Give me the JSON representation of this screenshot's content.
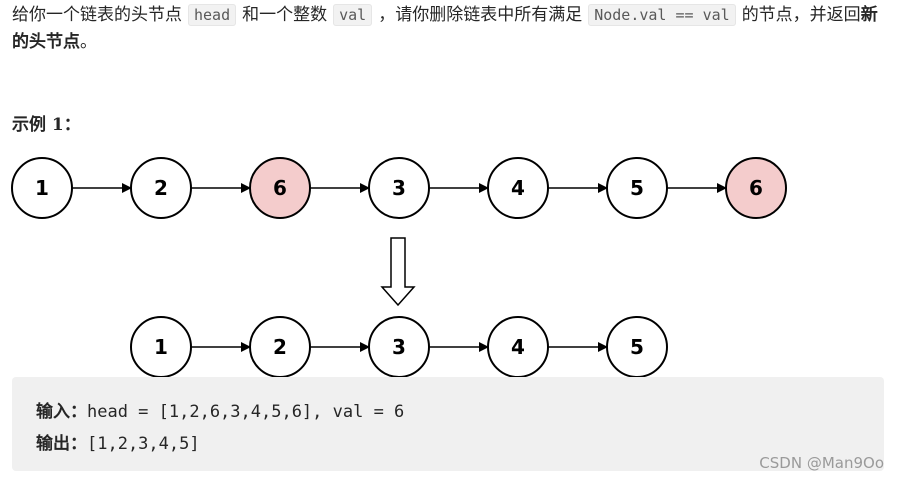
{
  "description": {
    "part1": "给你一个链表的头节点",
    "code1": "head",
    "part2": "和一个整数",
    "code2": "val",
    "part3": "，请你删除链表中所有满足",
    "code3": "Node.val == val",
    "part4": "的节点，并返回",
    "bold": "新的头节点",
    "part5": "。"
  },
  "example": {
    "title": "示例 1：",
    "top_list": [
      {
        "value": "1",
        "highlight": false
      },
      {
        "value": "2",
        "highlight": false
      },
      {
        "value": "6",
        "highlight": true
      },
      {
        "value": "3",
        "highlight": false
      },
      {
        "value": "4",
        "highlight": false
      },
      {
        "value": "5",
        "highlight": false
      },
      {
        "value": "6",
        "highlight": true
      }
    ],
    "bottom_list": [
      "1",
      "2",
      "3",
      "4",
      "5"
    ],
    "highlight_color": "#f4cccc",
    "input_label": "输入：",
    "input_value": "head = [1,2,6,3,4,5,6], val = 6",
    "output_label": "输出：",
    "output_value": "[1,2,3,4,5]"
  },
  "watermark": "CSDN @Man9Oo"
}
